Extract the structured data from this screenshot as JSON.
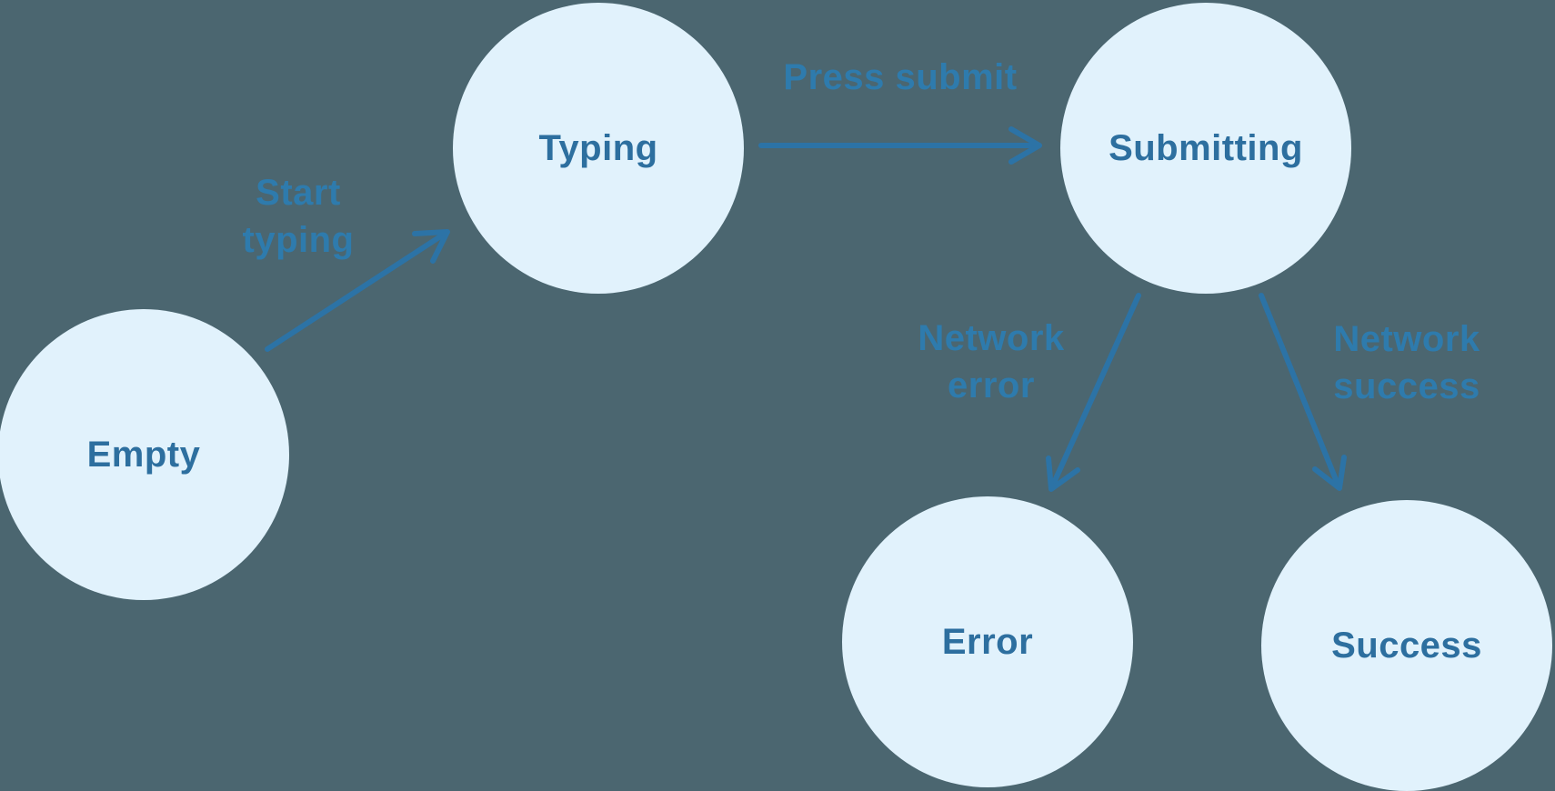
{
  "diagram": {
    "type": "state-machine-diagram",
    "background_color": "#4b6670",
    "node_fill_color": "#e1f2fc",
    "node_text_color": "#2d6f9f",
    "arrow_color": "#2c73a6",
    "edge_label_color": "#2e7bad",
    "nodes": [
      {
        "id": "empty",
        "label": "Empty"
      },
      {
        "id": "typing",
        "label": "Typing"
      },
      {
        "id": "submitting",
        "label": "Submitting"
      },
      {
        "id": "error",
        "label": "Error"
      },
      {
        "id": "success",
        "label": "Success"
      }
    ],
    "transitions": [
      {
        "from": "empty",
        "to": "typing",
        "label": "Start typing"
      },
      {
        "from": "typing",
        "to": "submitting",
        "label": "Press submit"
      },
      {
        "from": "submitting",
        "to": "error",
        "label": "Network error"
      },
      {
        "from": "submitting",
        "to": "success",
        "label": "Network success"
      }
    ]
  }
}
